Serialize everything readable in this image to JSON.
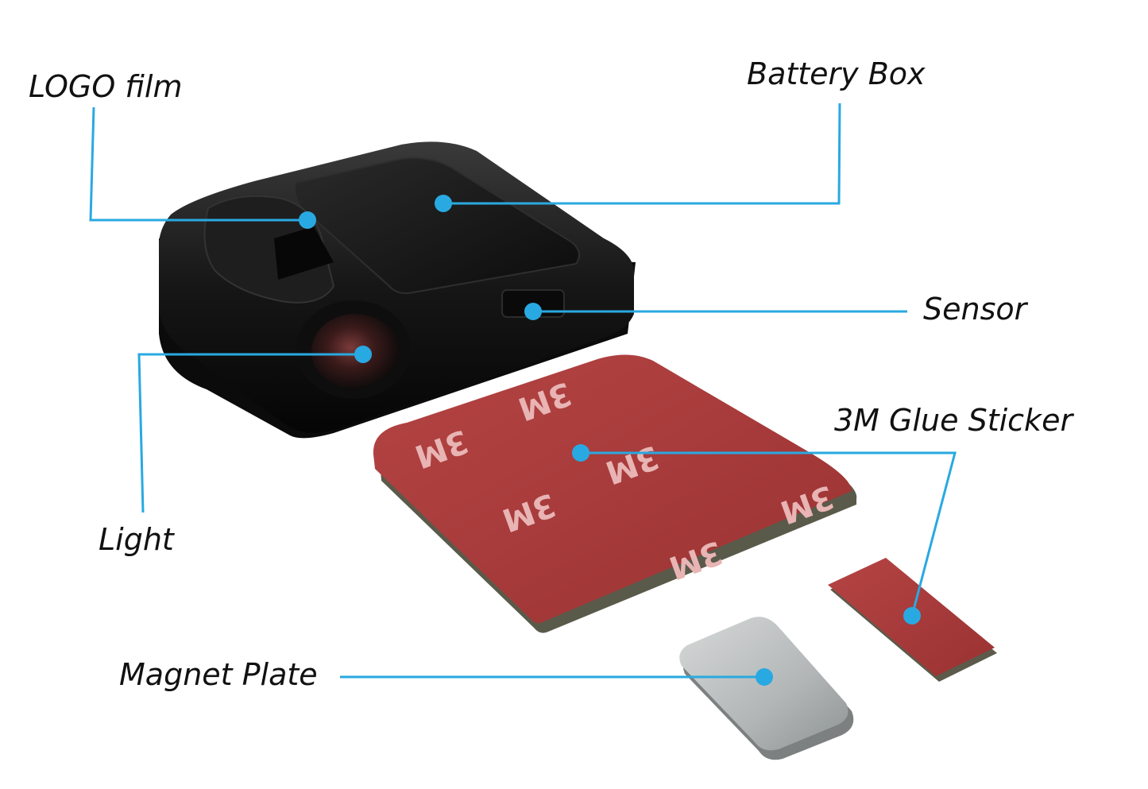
{
  "labels": {
    "logo_film": "LOGO film",
    "battery_box": "Battery Box",
    "sensor": "Sensor",
    "light": "Light",
    "glue_sticker": "3M Glue Sticker",
    "magnet_plate": "Magnet Plate"
  },
  "sticker_print": "3M",
  "colors": {
    "leader": "#29a9e1",
    "device_body": "#1a1a1a",
    "glue_red": "#a83a3a",
    "magnet_gray": "#b9bcbc"
  }
}
